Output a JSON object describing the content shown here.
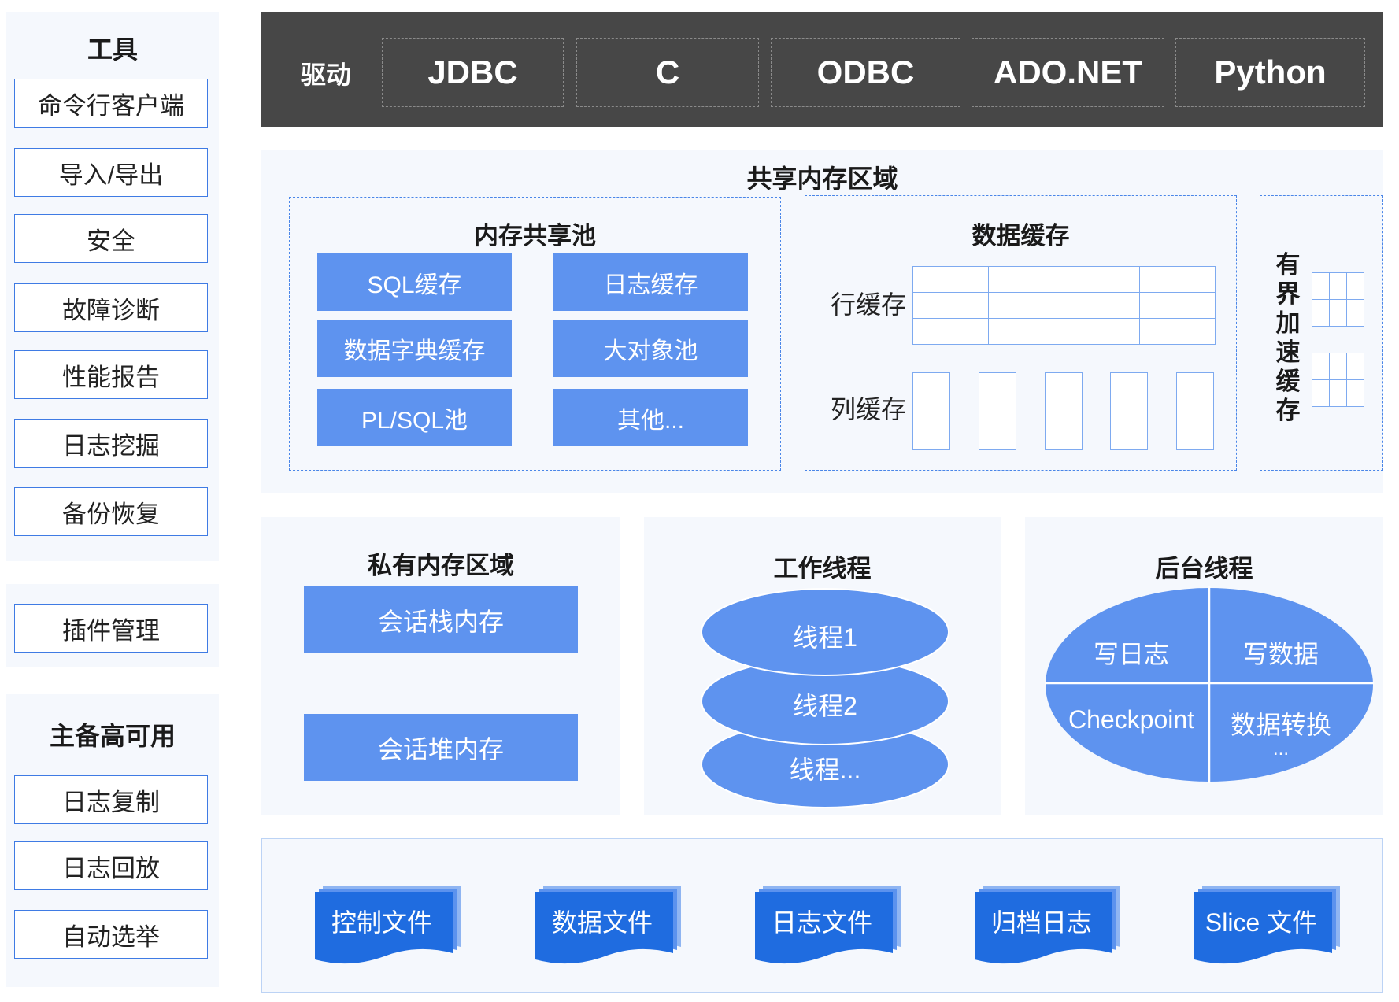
{
  "tools": {
    "title": "工具",
    "items": [
      "命令行客户端",
      "导入/导出",
      "安全",
      "故障诊断",
      "性能报告",
      "日志挖掘",
      "备份恢复"
    ]
  },
  "plugin": {
    "label": "插件管理"
  },
  "ha": {
    "title": "主备高可用",
    "items": [
      "日志复制",
      "日志回放",
      "自动选举"
    ]
  },
  "drivers": {
    "label": "驱动",
    "items": [
      "JDBC",
      "C",
      "ODBC",
      "ADO.NET",
      "Python"
    ]
  },
  "shared": {
    "title": "共享内存区域",
    "pool": {
      "title": "内存共享池",
      "items": [
        "SQL缓存",
        "日志缓存",
        "数据字典缓存",
        "大对象池",
        "PL/SQL池",
        "其他..."
      ]
    },
    "cache": {
      "title": "数据缓存",
      "row_label": "行缓存",
      "col_label": "列缓存"
    },
    "bounded": {
      "title_chars": [
        "有",
        "界",
        "加",
        "速",
        "缓",
        "存"
      ]
    }
  },
  "private": {
    "title": "私有内存区域",
    "items": [
      "会话栈内存",
      "会话堆内存"
    ]
  },
  "worker": {
    "title": "工作线程",
    "items": [
      "线程1",
      "线程2",
      "线程..."
    ]
  },
  "background": {
    "title": "后台线程",
    "items": [
      "写日志",
      "写数据",
      "Checkpoint",
      "数据转换",
      "..."
    ]
  },
  "files": {
    "items": [
      "控制文件",
      "数据文件",
      "日志文件",
      "归档日志",
      "Slice 文件"
    ]
  },
  "colors": {
    "accent": "#5e93ef",
    "driver_bar": "#474747",
    "file_blue": "#1f6ce0",
    "panel": "#f5f8fd"
  }
}
